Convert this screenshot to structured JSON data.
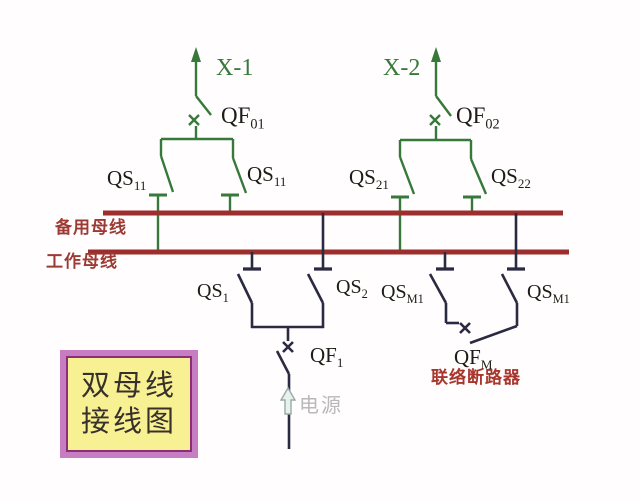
{
  "feeders": {
    "x1": {
      "name": "X-1",
      "breaker": {
        "base": "QF",
        "sub": "01"
      },
      "disconnector_left": {
        "base": "QS",
        "sub": "11"
      },
      "disconnector_right": {
        "base": "QS",
        "sub": "11"
      }
    },
    "x2": {
      "name": "X-2",
      "breaker": {
        "base": "QF",
        "sub": "02"
      },
      "disconnector_left": {
        "base": "QS",
        "sub": "21"
      },
      "disconnector_right": {
        "base": "QS",
        "sub": "22"
      }
    }
  },
  "busbars": {
    "reserve": "备用母线",
    "working": "工作母线"
  },
  "source": {
    "label": "电源",
    "breaker": {
      "base": "QF",
      "sub": "1"
    },
    "disconnector_left": {
      "base": "QS",
      "sub": "1"
    },
    "disconnector_right": {
      "base": "QS",
      "sub": "2"
    }
  },
  "tie": {
    "breaker": {
      "base": "QF",
      "sub": "M"
    },
    "caption": "联络断路器",
    "disconnector_left": {
      "base": "QS",
      "sub": "M1"
    },
    "disconnector_right": {
      "base": "QS",
      "sub": "M1"
    }
  },
  "title_box": {
    "line1": "双母线",
    "line2": "接线图"
  },
  "colors": {
    "green": "#37793a",
    "navy": "#2a2a42",
    "busbar": "#9e2d2d",
    "buslabel": "#9c3a34",
    "tielabel": "#a8362d",
    "ink": "#1f1b17",
    "gray": "#b9b9b9",
    "boxBorder": "#c77dc1",
    "boxInner": "#8c2e77",
    "boxBg": "#f7f194",
    "boxText": "#38302a",
    "arrowFill": "#e7f2ee",
    "arrowStroke": "#96aaa6"
  }
}
